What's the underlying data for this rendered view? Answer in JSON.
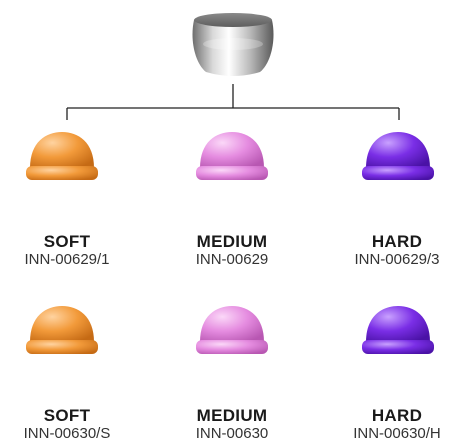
{
  "header_part": {
    "icon": "metal-cylinder-icon",
    "color": "#b8b8b8"
  },
  "rows": [
    {
      "items": [
        {
          "name": "SOFT",
          "code": "INN-00629/1",
          "icon": "orange-cap-icon",
          "color": "#f29a3a"
        },
        {
          "name": "MEDIUM",
          "code": "INN-00629",
          "icon": "pink-cap-icon",
          "color": "#e58ce0"
        },
        {
          "name": "HARD",
          "code": "INN-00629/3",
          "icon": "purple-cap-icon",
          "color": "#7a2ee6"
        }
      ]
    },
    {
      "items": [
        {
          "name": "SOFT",
          "code": "INN-00630/S",
          "icon": "orange-cap-icon",
          "color": "#f29a3a"
        },
        {
          "name": "MEDIUM",
          "code": "INN-00630",
          "icon": "pink-cap-icon",
          "color": "#e58ce0"
        },
        {
          "name": "HARD",
          "code": "INN-00630/H",
          "icon": "purple-cap-icon",
          "color": "#7a2ee6"
        }
      ]
    }
  ]
}
